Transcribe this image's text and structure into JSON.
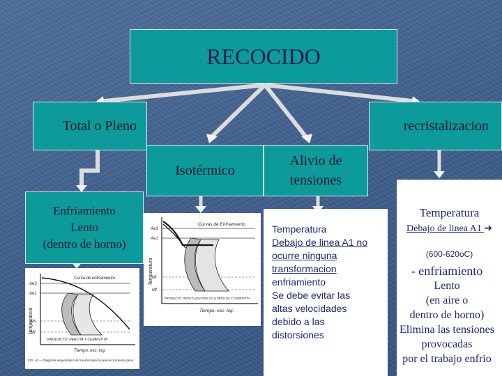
{
  "title": "RECOCIDO",
  "branches": {
    "total": "Total o Pleno",
    "recristalizacion": "recristalizacion",
    "isotermico": "Isotérmico",
    "alivio_line1": "Alivio de",
    "alivio_line2": "tensiones"
  },
  "enfriamiento": {
    "line1": "Enfriamiento",
    "line2": "Lento",
    "line3": "(dentro de horno)"
  },
  "alivio_text": {
    "line1": "Temperatura",
    "line2": "Debajo de linea A1 no",
    "line3": "ocurre ninguna",
    "line4": "transformacion",
    "line5": "enfriamiento",
    "line6": "Se debe evitar las",
    "line7": "altas velocidades",
    "line8": "debido a las",
    "line9": "distorsiones"
  },
  "recristalizacion_text": {
    "temperatura": "Temperatura",
    "debajo": "Debajo de linea A1",
    "range": "(600-620oC)",
    "enfriamiento": "- enfriamiento",
    "lento": "Lento",
    "en_aire": "(en aire o",
    "dentro": "dentro de horno)",
    "elimina": "Elimina las tensiones",
    "provocadas": "provocadas",
    "por_trabajo": "por el trabajo enfrio"
  },
  "figure_left": {
    "ylabel": "Temperatura",
    "xlabel": "Tiempo, esc. log.",
    "curve_label": "Curva de enfriamiento",
    "caption": "FIG. 44 — Diagrama esquemático de transformación para recocimiento pleno.",
    "product": "PRODUCTO: PERLITA Y CEMENTITA",
    "ae3": "Ae3",
    "ae1": "Ae1",
    "ms": "Ms",
    "mf": "Mf"
  },
  "figure_mid": {
    "ylabel": "Temperatura",
    "xlabel": "Tiempo, esc. log.",
    "curve_label": "Curvas de Enfriamiento",
    "product": "PRODUCTO: PERLITA (EN PERLITA & PERLITA) Y CEMENTITA",
    "ae3": "Ae3",
    "ae1": "Ae1",
    "ms": "Mi",
    "mf": "Mf"
  },
  "colors": {
    "box_fill": "#0d9a9a",
    "text_dark": "#10204a",
    "panel_text": "#1a2878"
  }
}
